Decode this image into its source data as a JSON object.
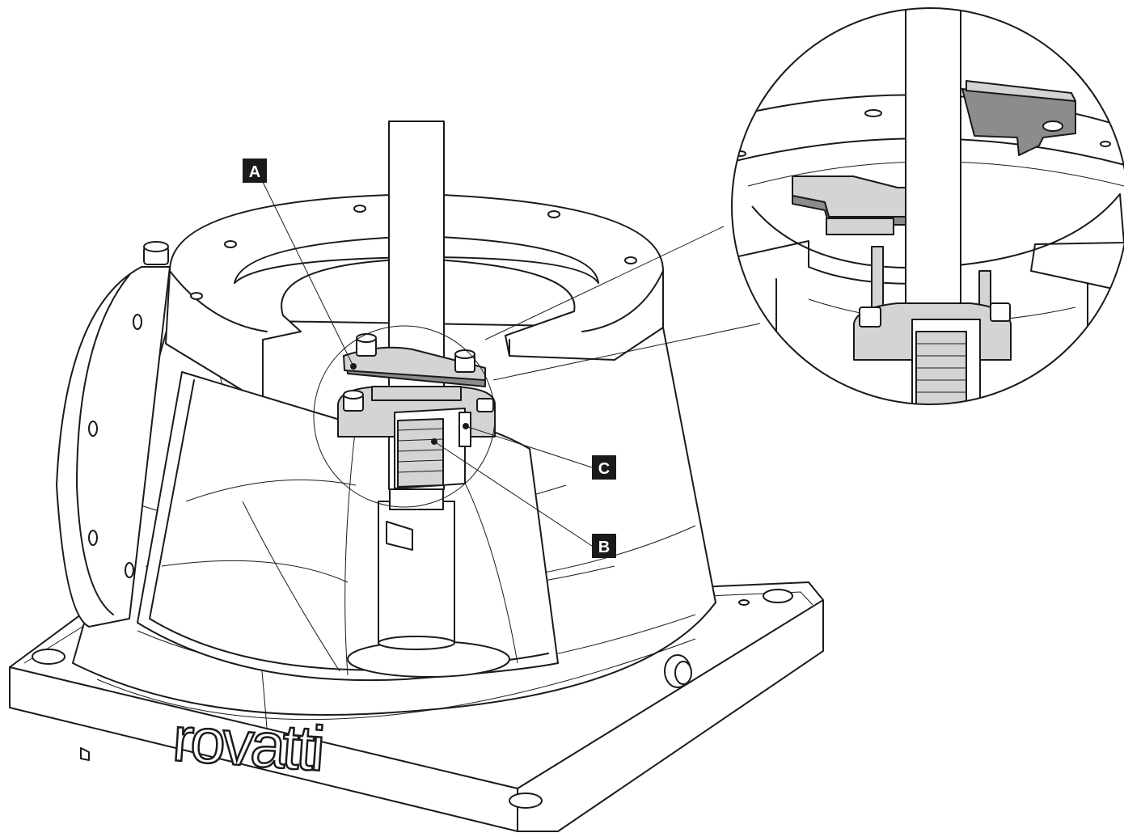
{
  "callouts": {
    "a": "A",
    "b": "B",
    "c": "C"
  },
  "logo": "rovatti",
  "colors": {
    "line": "#1a1a1a",
    "callout_fill": "#1a1a1a",
    "part_grey": "#d4d4d4",
    "part_dark": "#8c8c8c"
  }
}
